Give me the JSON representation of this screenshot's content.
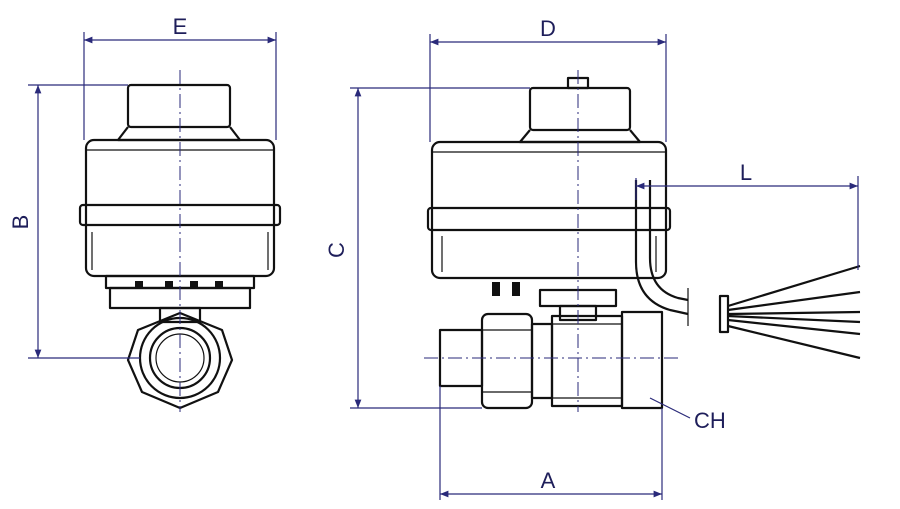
{
  "dimension_labels": {
    "E": "E",
    "B": "B",
    "D": "D",
    "C": "C",
    "L": "L",
    "CH": "CH",
    "A": "A"
  },
  "colors": {
    "dimension": "#2a2a7a",
    "outline": "#111111",
    "background": "#ffffff"
  }
}
